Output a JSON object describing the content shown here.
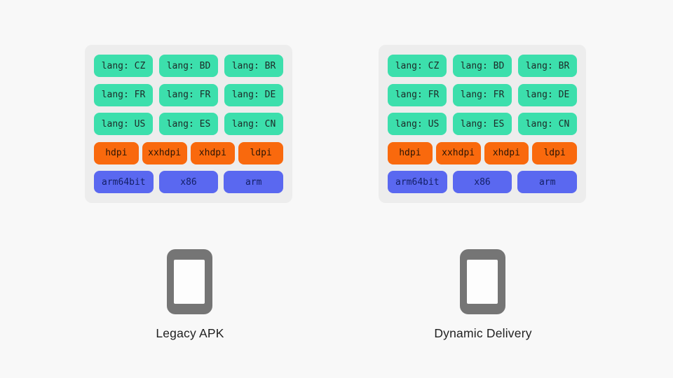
{
  "page": {
    "background_color": "#f8f8f8",
    "panel_color": "#ededed"
  },
  "colors": {
    "lang_chip": "#3cdfac",
    "dpi_chip": "#f9690d",
    "abi_chip": "#5a68f0",
    "phone_icon": "#757575",
    "caption_text": "#212121"
  },
  "columns": [
    {
      "label": "Legacy APK",
      "chip_rows": [
        {
          "type": "lang",
          "chips": [
            "lang: CZ",
            "lang: BD",
            "lang: BR"
          ]
        },
        {
          "type": "lang",
          "chips": [
            "lang: FR",
            "lang: FR",
            "lang: DE"
          ]
        },
        {
          "type": "lang",
          "chips": [
            "lang: US",
            "lang: ES",
            "lang: CN"
          ]
        },
        {
          "type": "dpi",
          "chips": [
            "hdpi",
            "xxhdpi",
            "xhdpi",
            "ldpi"
          ]
        },
        {
          "type": "abi",
          "chips": [
            "arm64bit",
            "x86",
            "arm"
          ]
        }
      ]
    },
    {
      "label": "Dynamic Delivery",
      "chip_rows": [
        {
          "type": "lang",
          "chips": [
            "lang: CZ",
            "lang: BD",
            "lang: BR"
          ]
        },
        {
          "type": "lang",
          "chips": [
            "lang: FR",
            "lang: FR",
            "lang: DE"
          ]
        },
        {
          "type": "lang",
          "chips": [
            "lang: US",
            "lang: ES",
            "lang: CN"
          ]
        },
        {
          "type": "dpi",
          "chips": [
            "hdpi",
            "xxhdpi",
            "xhdpi",
            "ldpi"
          ]
        },
        {
          "type": "abi",
          "chips": [
            "arm64bit",
            "x86",
            "arm"
          ]
        }
      ]
    }
  ]
}
